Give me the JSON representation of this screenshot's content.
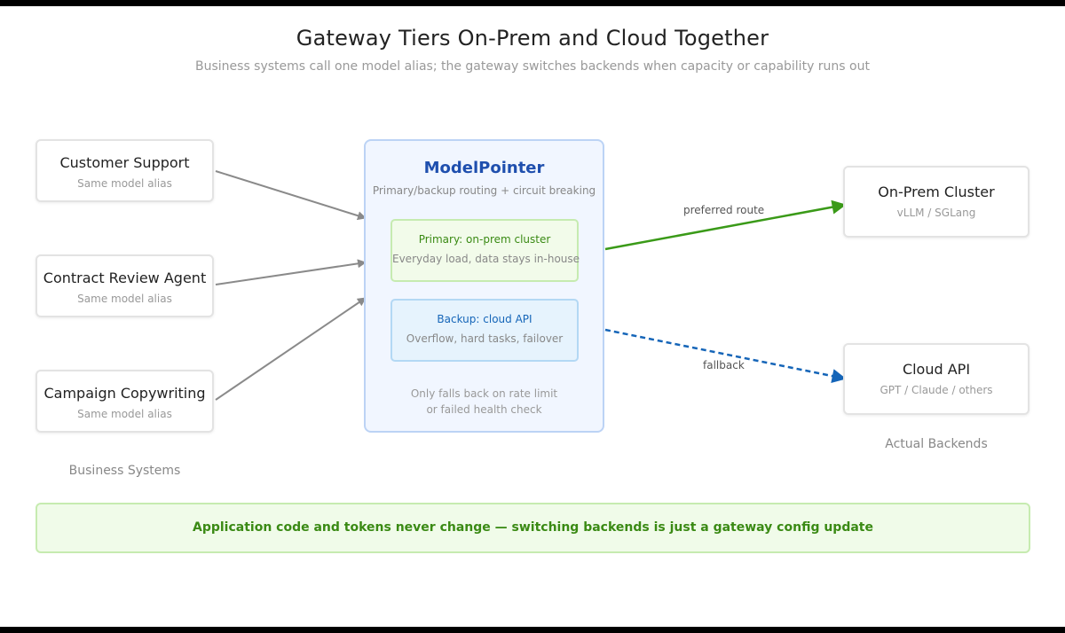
{
  "header": {
    "title": "Gateway Tiers On-Prem and Cloud Together",
    "subtitle": "Business systems call one model alias; the gateway switches backends when capacity or capability runs out"
  },
  "business_systems": {
    "label": "Business Systems",
    "items": [
      {
        "name": "Customer Support",
        "sub": "Same model alias"
      },
      {
        "name": "Contract Review Agent",
        "sub": "Same model alias"
      },
      {
        "name": "Campaign Copywriting",
        "sub": "Same model alias"
      }
    ]
  },
  "gateway": {
    "name": "ModelPointer",
    "description": "Primary/backup routing + circuit breaking",
    "primary": {
      "name": "Primary: on-prem cluster",
      "desc": "Everyday load, data stays in-house"
    },
    "backup": {
      "name": "Backup: cloud API",
      "desc": "Overflow, hard tasks, failover"
    },
    "note_line1": "Only falls back on rate limit",
    "note_line2": "or failed health check"
  },
  "backends": {
    "label": "Actual Backends",
    "items": [
      {
        "name": "On-Prem Cluster",
        "sub": "vLLM / SGLang"
      },
      {
        "name": "Cloud API",
        "sub": "GPT / Claude / others"
      }
    ]
  },
  "edges": {
    "preferred_label": "preferred route",
    "fallback_label": "fallback"
  },
  "banner": {
    "text": "Application code and tokens never change — switching backends is just a gateway config update"
  },
  "colors": {
    "gateway_title": "#1f4fae",
    "primary_green": "#3a8a14",
    "backup_blue": "#1565b8",
    "arrow_gray": "#8a8a8a"
  }
}
